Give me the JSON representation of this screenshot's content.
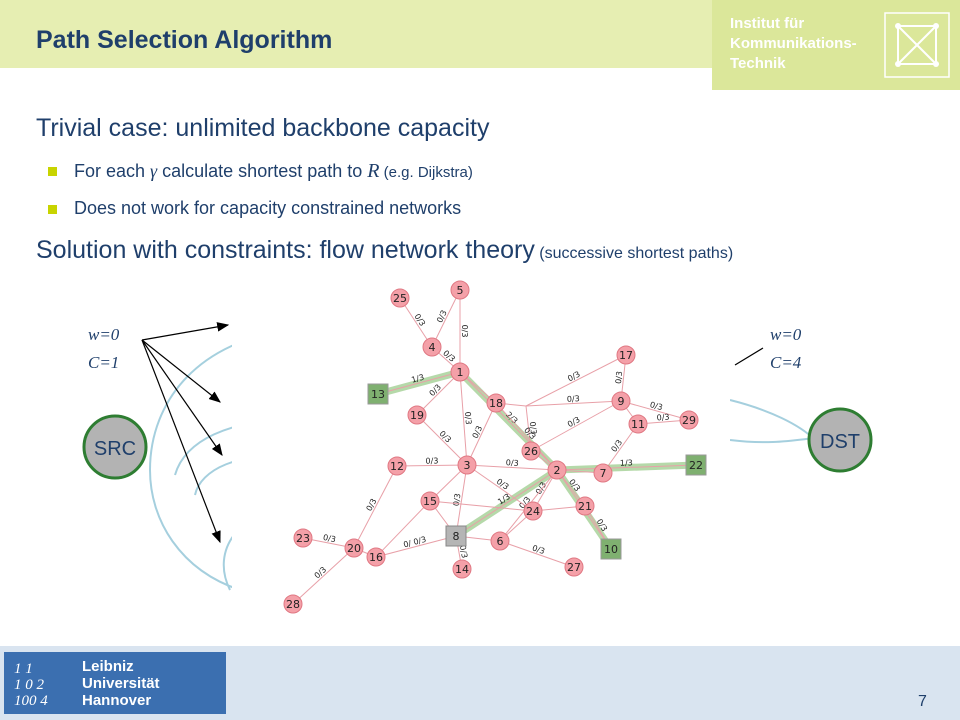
{
  "slide": {
    "title": "Path Selection Algorithm",
    "page_number": "7"
  },
  "institute_logo": {
    "text": "Institut für\nKommunikations-\nTechnik"
  },
  "university_logo": {
    "text": "Leibniz\nUniversität\nHannover"
  },
  "content": {
    "line1": "Trivial case: unlimited backbone capacity",
    "bullet1_a": "For each ",
    "bullet1_gamma": "γ",
    "bullet1_b": " calculate shortest path to ",
    "bullet1_R": "R",
    "bullet1_c": " (e.g. Dijkstra)",
    "bullet2": "Does not work for capacity constrained networks",
    "line2_main": "Solution with constraints: flow network theory",
    "line2_small": " (successive shortest paths)"
  },
  "diagram": {
    "src_label": "SRC",
    "dst_label": "DST",
    "src_w": "w=0",
    "src_c": "C=1",
    "dst_w": "w=0",
    "dst_c": "C=4",
    "nodes": [
      {
        "id": "1",
        "type": "path"
      },
      {
        "id": "2",
        "type": "path"
      },
      {
        "id": "3",
        "type": "normal"
      },
      {
        "id": "4",
        "type": "normal"
      },
      {
        "id": "5",
        "type": "normal"
      },
      {
        "id": "6",
        "type": "normal"
      },
      {
        "id": "7",
        "type": "normal"
      },
      {
        "id": "8",
        "type": "source"
      },
      {
        "id": "9",
        "type": "normal"
      },
      {
        "id": "10",
        "type": "dest"
      },
      {
        "id": "11",
        "type": "normal"
      },
      {
        "id": "12",
        "type": "normal"
      },
      {
        "id": "13",
        "type": "dest"
      },
      {
        "id": "14",
        "type": "normal"
      },
      {
        "id": "15",
        "type": "normal"
      },
      {
        "id": "16",
        "type": "normal"
      },
      {
        "id": "17",
        "type": "normal"
      },
      {
        "id": "18",
        "type": "normal"
      },
      {
        "id": "19",
        "type": "normal"
      },
      {
        "id": "20",
        "type": "normal"
      },
      {
        "id": "21",
        "type": "normal"
      },
      {
        "id": "22",
        "type": "dest"
      },
      {
        "id": "23",
        "type": "normal"
      },
      {
        "id": "24",
        "type": "normal"
      },
      {
        "id": "25",
        "type": "normal"
      },
      {
        "id": "26",
        "type": "normal"
      },
      {
        "id": "27",
        "type": "normal"
      },
      {
        "id": "28",
        "type": "normal"
      },
      {
        "id": "29",
        "type": "normal"
      }
    ],
    "edges": [
      {
        "from": "25",
        "to": "4",
        "label": "0/3",
        "flow": false
      },
      {
        "from": "5",
        "to": "4",
        "label": "0/3",
        "flow": false
      },
      {
        "from": "5",
        "to": "1",
        "label": "0/3",
        "flow": false
      },
      {
        "from": "4",
        "to": "1",
        "label": "0/3",
        "flow": false
      },
      {
        "from": "1",
        "to": "13",
        "label": "1/3",
        "flow": true
      },
      {
        "from": "1",
        "to": "2",
        "label": "2/3",
        "flow": true
      },
      {
        "from": "1",
        "to": "18",
        "label": "",
        "flow": false
      },
      {
        "from": "1",
        "to": "19",
        "label": "0/3",
        "flow": false
      },
      {
        "from": "1",
        "to": "3",
        "label": "0/3",
        "flow": false
      },
      {
        "from": "18",
        "to": "0",
        "label": "",
        "flow": false
      },
      {
        "from": "0",
        "to": "9",
        "label": "0/3",
        "flow": false
      },
      {
        "from": "0",
        "to": "17",
        "label": "0/3",
        "flow": false
      },
      {
        "from": "17",
        "to": "9",
        "label": "0/3",
        "flow": false
      },
      {
        "from": "9",
        "to": "29",
        "label": "0/3",
        "flow": false
      },
      {
        "from": "9",
        "to": "11",
        "label": "",
        "flow": false
      },
      {
        "from": "11",
        "to": "29",
        "label": "0/3",
        "flow": false
      },
      {
        "from": "9",
        "to": "26",
        "label": "0/3",
        "flow": false
      },
      {
        "from": "11",
        "to": "7",
        "label": "0/3",
        "flow": false
      },
      {
        "from": "0",
        "to": "26",
        "label": "0/3",
        "flow": false
      },
      {
        "from": "2",
        "to": "22",
        "label": "1/3",
        "flow": true
      },
      {
        "from": "2",
        "to": "10",
        "label": "0/3",
        "flow": true
      },
      {
        "from": "2",
        "to": "8",
        "label": "1/3",
        "flow": true
      },
      {
        "from": "2",
        "to": "7",
        "label": "",
        "flow": false
      },
      {
        "from": "2",
        "to": "26",
        "label": "",
        "flow": false
      },
      {
        "from": "2",
        "to": "3",
        "label": "0/3",
        "flow": false
      },
      {
        "from": "2",
        "to": "21",
        "label": "0/3",
        "flow": false
      },
      {
        "from": "2",
        "to": "24",
        "label": "0/3",
        "flow": false
      },
      {
        "from": "2",
        "to": "6",
        "label": "0/3",
        "flow": false
      },
      {
        "from": "2",
        "to": "18",
        "label": "0/3",
        "flow": false
      },
      {
        "from": "19",
        "to": "3",
        "label": "0/3",
        "flow": false
      },
      {
        "from": "12",
        "to": "3",
        "label": "0/3",
        "flow": false
      },
      {
        "from": "3",
        "to": "15",
        "label": "",
        "flow": false
      },
      {
        "from": "3",
        "to": "8",
        "label": "0/3",
        "flow": false
      },
      {
        "from": "3",
        "to": "24",
        "label": "0/3",
        "flow": false
      },
      {
        "from": "3",
        "to": "18",
        "label": "0/3",
        "flow": false
      },
      {
        "from": "15",
        "to": "24",
        "label": "",
        "flow": false
      },
      {
        "from": "15",
        "to": "8",
        "label": "",
        "flow": false
      },
      {
        "from": "15",
        "to": "16",
        "label": "",
        "flow": false
      },
      {
        "from": "12",
        "to": "20",
        "label": "0/3",
        "flow": false
      },
      {
        "from": "23",
        "to": "20",
        "label": "0/3",
        "flow": false
      },
      {
        "from": "20",
        "to": "16",
        "label": "",
        "flow": false
      },
      {
        "from": "20",
        "to": "28",
        "label": "0/3",
        "flow": false
      },
      {
        "from": "16",
        "to": "8",
        "label": "0/ 0/3",
        "flow": false
      },
      {
        "from": "8",
        "to": "14",
        "label": "0/3",
        "flow": false
      },
      {
        "from": "8",
        "to": "6",
        "label": "",
        "flow": false
      },
      {
        "from": "6",
        "to": "27",
        "label": "0/3",
        "flow": false
      },
      {
        "from": "6",
        "to": "24",
        "label": "",
        "flow": false
      },
      {
        "from": "21",
        "to": "10",
        "label": "0/3",
        "flow": false
      },
      {
        "from": "24",
        "to": "21",
        "label": "",
        "flow": false
      }
    ]
  },
  "colors": {
    "title_band": "#e6eeb2",
    "logo_box": "#dbe79a",
    "title_text": "#1f3f6b",
    "bullet_square": "#c8d400",
    "node_fill": "#f4a0a8",
    "node_stroke": "#e07883",
    "edge": "#e8a0a8",
    "flow_edge": "#9ccc8c",
    "dest_fill": "#7fb070",
    "source_fill": "#b5b5b5",
    "footer": "#d9e4f0",
    "uni_logo": "#3b6fb0",
    "src_dst_fill": "#b3b3b3",
    "src_dst_stroke": "#2e7d32",
    "arc": "#8fc4d6"
  }
}
